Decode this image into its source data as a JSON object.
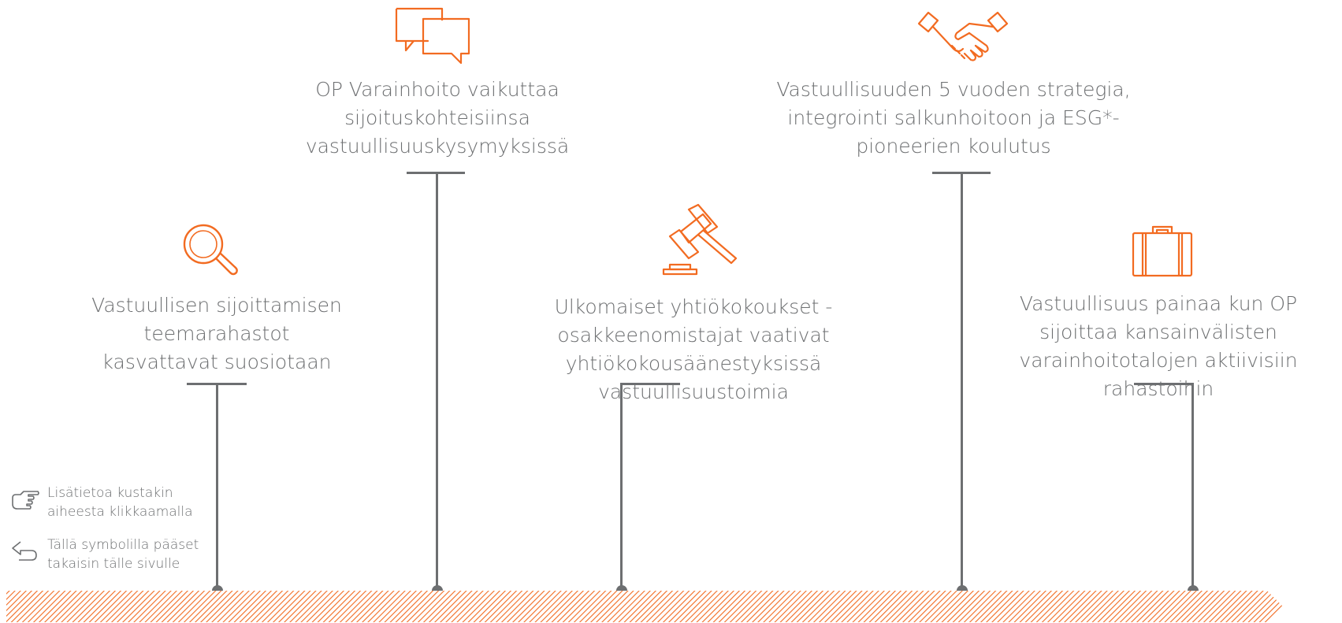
{
  "topics": [
    {
      "id": "teemarahastot",
      "title": "Vastuullisen sijoittamisen teemarahastot kasvattavat suosiotaan",
      "icon": "magnifier-icon"
    },
    {
      "id": "vaikuttaminen",
      "title": "OP Varainhoito vaikuttaa sijoituskohteisiinsa vastuullisuuskysymyksissä",
      "icon": "speech-bubbles-icon"
    },
    {
      "id": "yhtiokokoukset",
      "title": "Ulkomaiset yhtiökokoukset - osakkeenomistajat vaativat yhtiökokousäänestyksissä vastuullisuustoimia",
      "icon": "gavel-icon"
    },
    {
      "id": "strategia",
      "title": "Vastuullisuuden 5 vuoden strategia, integrointi salkunhoitoon ja ESG*-pioneerien koulutus",
      "icon": "handshake-icon"
    },
    {
      "id": "varainhoitotalot",
      "title": "Vastuullisuus painaa kun OP sijoittaa kansainvälisten varainhoitotalojen aktiivisiin rahastoihin",
      "icon": "briefcase-icon"
    }
  ],
  "legend": {
    "click_hint": "Lisätietoa kustakin aiheesta klikkaamalla",
    "back_hint": "Tällä symbolilla pääset takaisin tälle sivulle"
  },
  "colors": {
    "accent": "#f26b21",
    "line": "#6d6f71",
    "text": "#6d6f71"
  }
}
